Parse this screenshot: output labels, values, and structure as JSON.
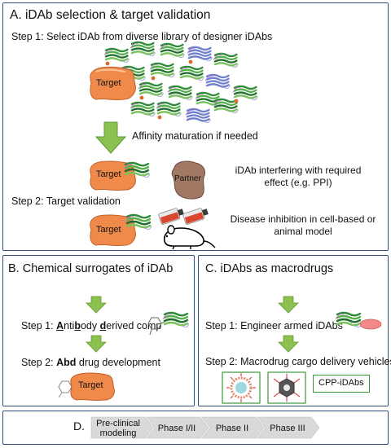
{
  "panelA": {
    "title": "A. iDAb selection & target validation",
    "step1": "Step 1: Select iDAb from diverse library of designer iDAbs",
    "target_label": "Target",
    "affinity": "Affinity maturation if needed",
    "partner_label": "Partner",
    "interfering": "iDAb interfering with required effect (e.g. PPI)",
    "step2": "Step 2: Target validation",
    "disease": "Disease inhibition in cell-based or animal  model"
  },
  "panelB": {
    "title": "B. Chemical surrogates  of iDAb",
    "step1_parts": [
      "Step 1: ",
      "A",
      "nti",
      "b",
      "ody ",
      "d",
      "erived comp"
    ],
    "step2_prefix": "Step 2: ",
    "step2_bold": "Abd",
    "step2_suffix": " drug development",
    "target_label": "Target"
  },
  "panelC": {
    "title": "C. iDAbs as macrodrugs",
    "step1": "Step 1: Engineer armed iDAbs",
    "step2": "Step 2: Macrodrug cargo delivery vehicles",
    "cpp_label": "CPP-iDAbs"
  },
  "panelD": {
    "label": "D.",
    "stages": [
      "Pre-clinical modeling",
      "Phase I/II",
      "Phase II",
      "Phase III"
    ],
    "stage_lines": [
      [
        "Pre-clinical",
        "modeling"
      ],
      [
        "Phase I/II"
      ],
      [
        "Phase II"
      ],
      [
        "Phase III"
      ]
    ]
  },
  "colors": {
    "panel_border": "#2f4f7f",
    "arrow_green": "#8cc152",
    "arrow_green_dark": "#5e9a2e",
    "target_orange": "#f08a4b",
    "partner_brown": "#a07864",
    "chevron_gray": "#d9d9d9"
  }
}
